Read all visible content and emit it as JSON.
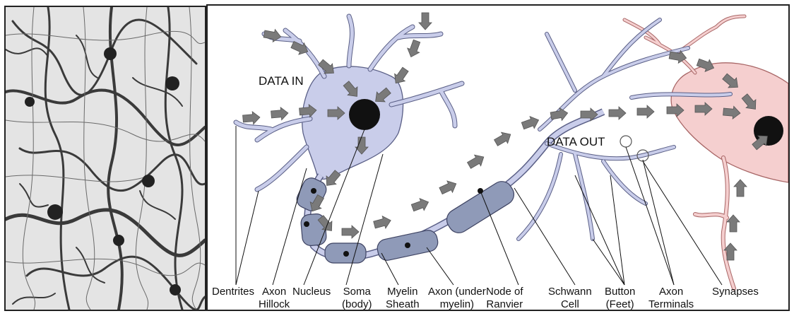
{
  "image_panel": {
    "alt": "micrograph of neuron network"
  },
  "flow_labels": {
    "data_in": "DATA IN",
    "data_out": "DATA OUT"
  },
  "parts": [
    {
      "key": "dentrites",
      "line1": "Dentrites",
      "line2": ""
    },
    {
      "key": "axon_hillock",
      "line1": "Axon",
      "line2": "Hillock"
    },
    {
      "key": "nucleus",
      "line1": "Nucleus",
      "line2": ""
    },
    {
      "key": "soma",
      "line1": "Soma",
      "line2": "(body)"
    },
    {
      "key": "myelin_sheath",
      "line1": "Myelin",
      "line2": "Sheath"
    },
    {
      "key": "axon_under_myelin",
      "line1": "Axon (under",
      "line2": "myelin)"
    },
    {
      "key": "node_of_ranvier",
      "line1": "Node of",
      "line2": "Ranvier"
    },
    {
      "key": "schwann_cell",
      "line1": "Schwann",
      "line2": "Cell"
    },
    {
      "key": "button_feet",
      "line1": "Button",
      "line2": "(Feet)"
    },
    {
      "key": "axon_terminals",
      "line1": "Axon",
      "line2": "Terminals"
    },
    {
      "key": "synapses",
      "line1": "Synapses",
      "line2": ""
    }
  ],
  "colors": {
    "neuron_fill": "#c9cdea",
    "neuron_stroke": "#5a5f86",
    "target_neuron_fill": "#f5cfcf",
    "target_neuron_stroke": "#a86666",
    "myelin_fill": "#8f9ab8",
    "arrow_fill": "#7a7a7a",
    "nucleus_fill": "#111111"
  }
}
